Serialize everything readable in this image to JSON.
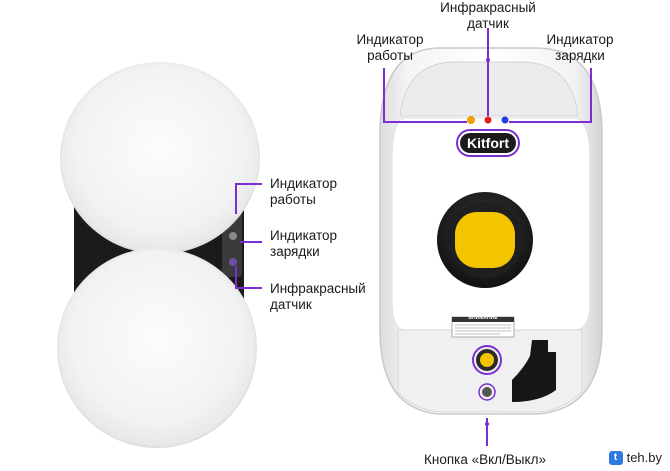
{
  "left_labels": {
    "work_indicator": [
      "Индикатор",
      "работы"
    ],
    "charge_indicator": [
      "Индикатор",
      "зарядки"
    ],
    "ir_sensor": [
      "Инфракрасный",
      "датчик"
    ]
  },
  "right_labels": {
    "ir_sensor": [
      "Инфракрасный",
      "датчик"
    ],
    "work_indicator": [
      "Индикатор",
      "работы"
    ],
    "charge_indicator": [
      "Индикатор",
      "зарядки"
    ],
    "power_button": "Кнопка «Вкл/Выкл»"
  },
  "brand": "Kitfort",
  "warning_title": "ВНИМАНИЕ",
  "watermark": "teh.by",
  "colors": {
    "accent": "#7b2fd0",
    "button_yellow": "#f5c400",
    "led_orange": "#f2a000",
    "led_red": "#e02020",
    "led_blue": "#2040e0"
  }
}
